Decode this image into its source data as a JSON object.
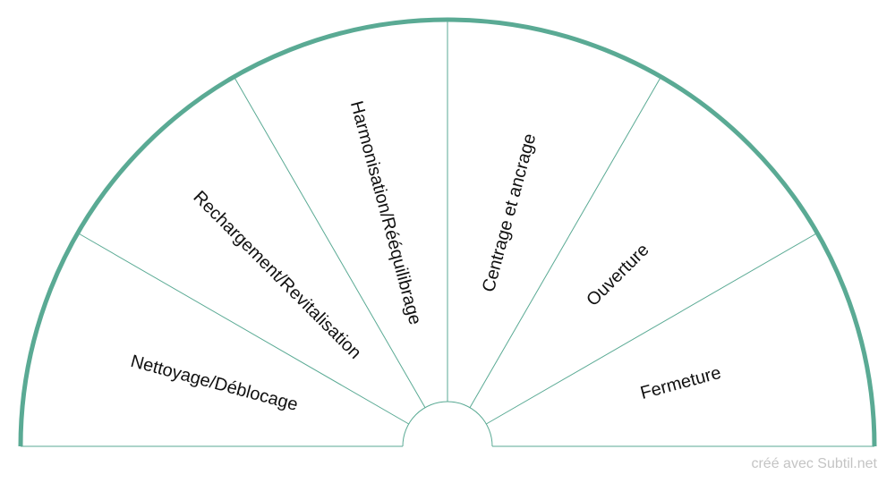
{
  "diagram": {
    "sectors": [
      "Nettoyage/Déblocage",
      "Rechargement/Revitalisation",
      "Harmonisation/Rééquilibrage",
      "Centrage et ancrage",
      "Ouverture",
      "Fermeture"
    ],
    "colors": {
      "outline": "#5aaa94",
      "divider": "#5aaa94",
      "text": "#111111"
    }
  },
  "footer": {
    "credit": "créé avec Subtil.net"
  }
}
